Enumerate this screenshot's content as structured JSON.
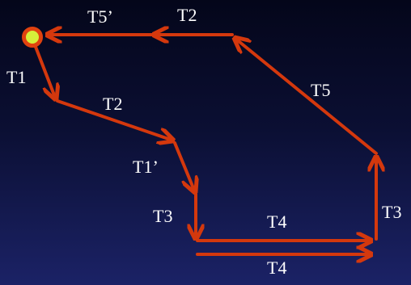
{
  "diagram": {
    "colors": {
      "background_top": "#04061a",
      "background_bottom": "#1b2266",
      "arrow": "#d4380d",
      "start_fill": "#d6f03a",
      "start_ring": "#e0420f",
      "label": "#ffffff"
    },
    "labels": {
      "t5_prime": "T5’",
      "t2_top": "T2",
      "t1": "T1",
      "t2_mid": "T2",
      "t5": "T5",
      "t1_prime": "T1’",
      "t3_left": "T3",
      "t4_upper": "T4",
      "t3_right": "T3",
      "t4_lower": "T4"
    }
  }
}
